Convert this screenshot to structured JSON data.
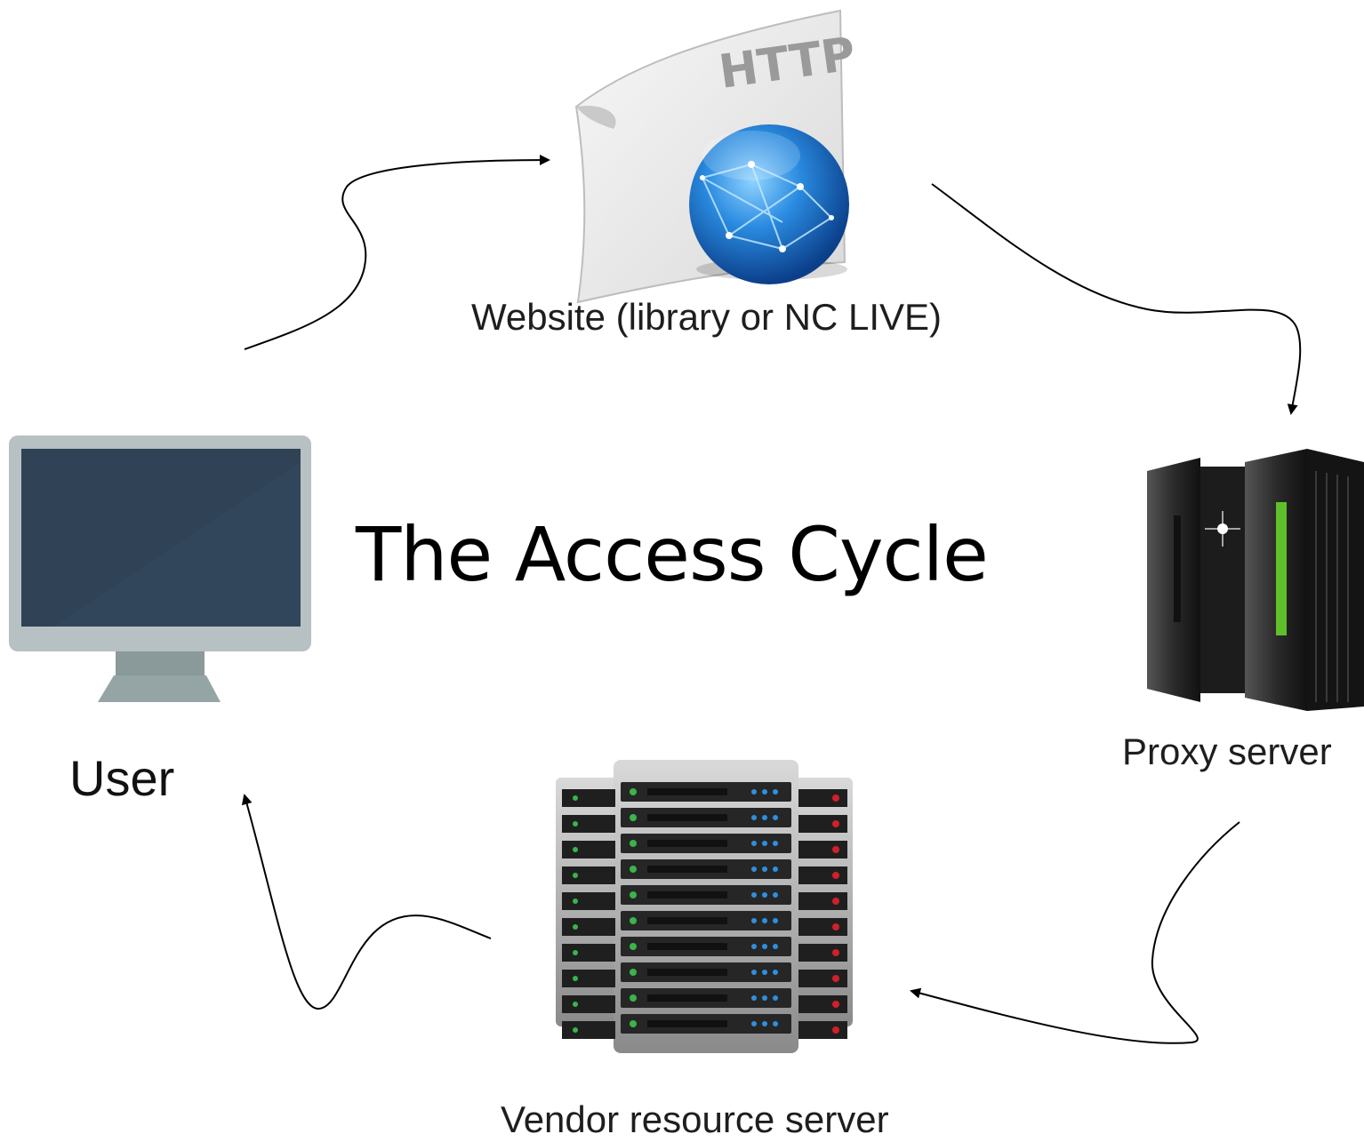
{
  "title": "The Access Cycle",
  "nodes": {
    "website": {
      "label": "Website (library or NC LIVE)",
      "icon": "http-document-globe-icon",
      "badge": "HTTP"
    },
    "proxy": {
      "label": "Proxy server",
      "icon": "tower-server-icon"
    },
    "vendor": {
      "label": "Vendor resource server",
      "icon": "server-rack-icon"
    },
    "user": {
      "label": "User",
      "icon": "desktop-monitor-icon"
    }
  },
  "edges": [
    {
      "from": "user",
      "to": "website"
    },
    {
      "from": "website",
      "to": "proxy"
    },
    {
      "from": "proxy",
      "to": "vendor"
    },
    {
      "from": "vendor",
      "to": "user"
    }
  ],
  "colors": {
    "monitor_frame": "#b7c0c2",
    "monitor_screen": "#2f4256",
    "globe": "#1f7fd8",
    "server_dark": "#2a2a2a",
    "led_green": "#39b54a",
    "led_blue": "#2f8fe0",
    "led_red": "#d0202a"
  }
}
